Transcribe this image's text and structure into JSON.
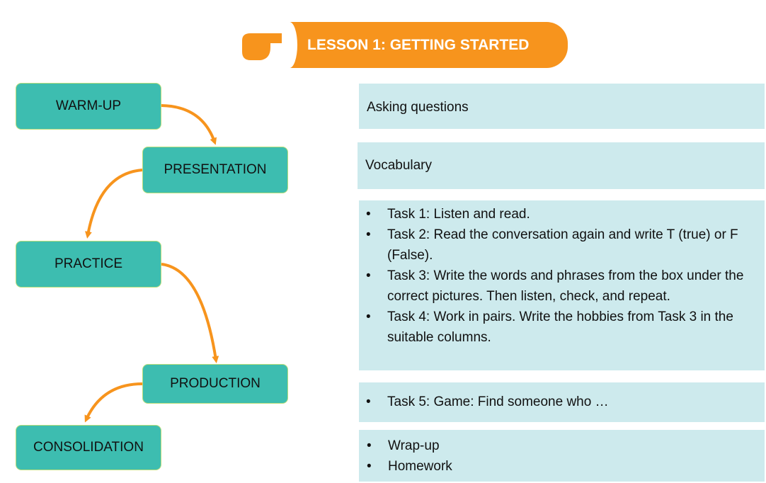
{
  "header": {
    "title": "LESSON 1: GETTING STARTED",
    "hand_icon": "pointing-hand-icon"
  },
  "colors": {
    "accent": "#f7941d",
    "step_fill": "#3dbdb0",
    "step_border": "#b9dd7a",
    "panel_fill": "#cdeaed"
  },
  "steps": [
    "WARM-UP",
    "PRESENTATION",
    "PRACTICE",
    "PRODUCTION",
    "CONSOLIDATION"
  ],
  "panels": {
    "warmup": "Asking questions",
    "presentation": "Vocabulary",
    "practice": [
      "Task 1: Listen and read.",
      "Task 2: Read the conversation again and write T (true) or F (False).",
      "Task 3: Write the words and phrases from the box under the correct pictures. Then listen, check, and repeat.",
      "Task 4: Work in pairs. Write the hobbies from Task 3 in the suitable columns."
    ],
    "production": [
      "Task 5: Game: Find someone who …"
    ],
    "consolidation": [
      "Wrap-up",
      "Homework"
    ]
  }
}
